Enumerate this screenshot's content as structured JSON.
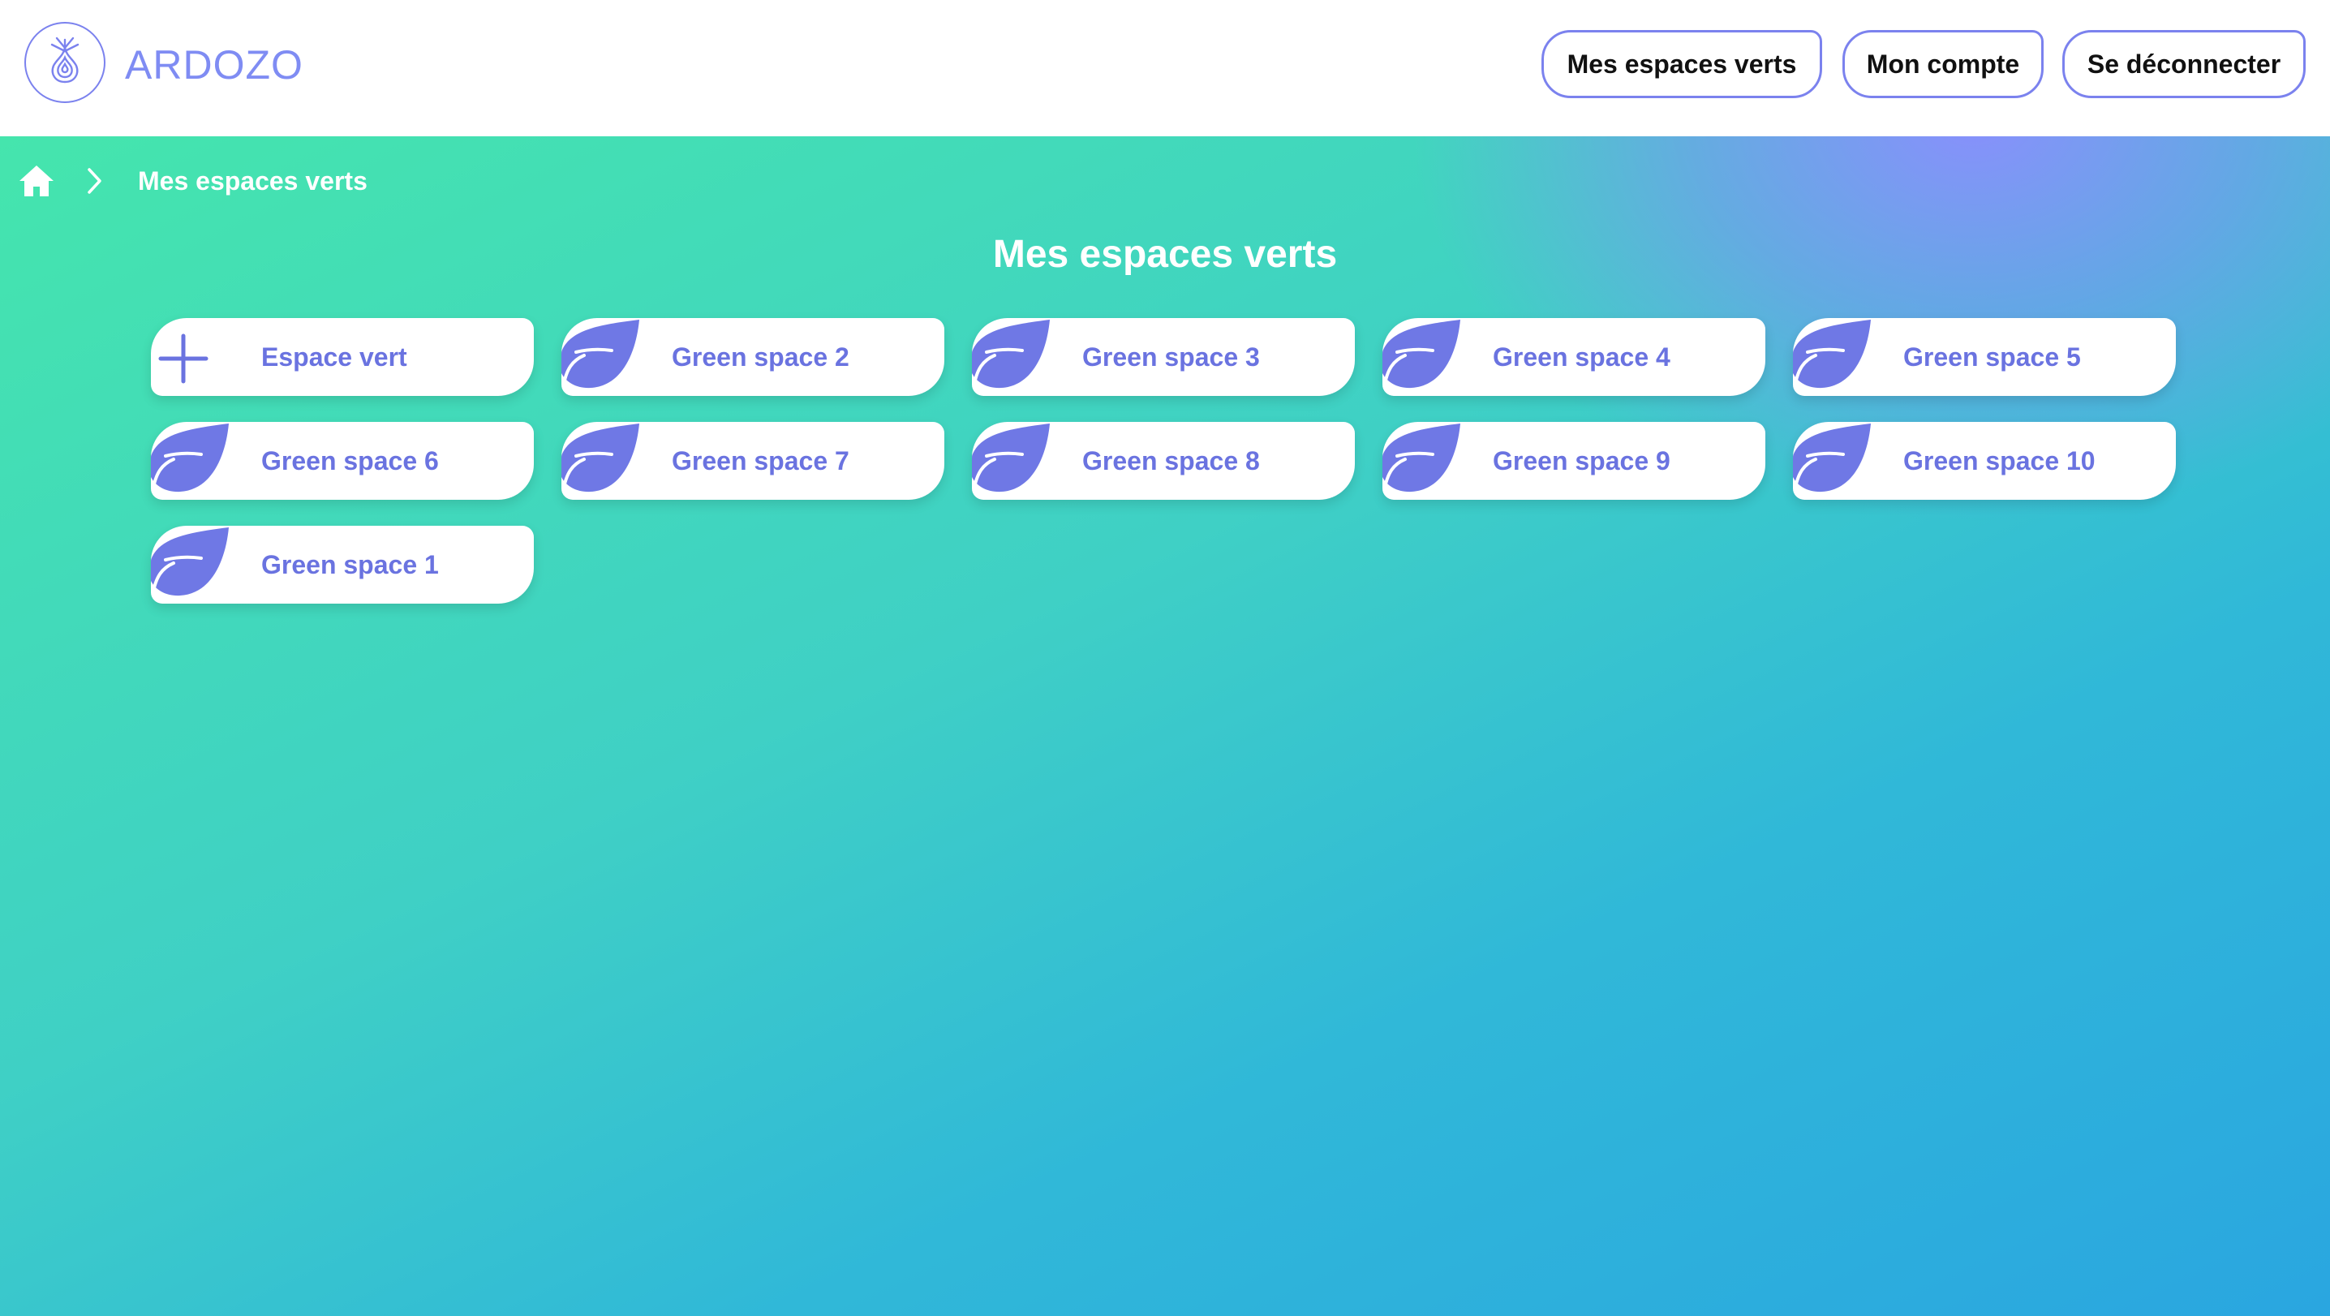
{
  "header": {
    "brand": "ARDOZO",
    "nav": [
      {
        "label": "Mes espaces verts"
      },
      {
        "label": "Mon compte"
      },
      {
        "label": "Se déconnecter"
      }
    ]
  },
  "breadcrumb": {
    "home_icon": "home-icon",
    "separator_icon": "chevron-right-icon",
    "current": "Mes espaces verts"
  },
  "page": {
    "title": "Mes espaces verts"
  },
  "add_card": {
    "icon": "plus-icon",
    "label": "Espace vert"
  },
  "spaces": [
    {
      "icon": "leaf-icon",
      "label": "Green space 2"
    },
    {
      "icon": "leaf-icon",
      "label": "Green space 3"
    },
    {
      "icon": "leaf-icon",
      "label": "Green space 4"
    },
    {
      "icon": "leaf-icon",
      "label": "Green space 5"
    },
    {
      "icon": "leaf-icon",
      "label": "Green space 6"
    },
    {
      "icon": "leaf-icon",
      "label": "Green space 7"
    },
    {
      "icon": "leaf-icon",
      "label": "Green space 8"
    },
    {
      "icon": "leaf-icon",
      "label": "Green space 9"
    },
    {
      "icon": "leaf-icon",
      "label": "Green space 10"
    },
    {
      "icon": "leaf-icon",
      "label": "Green space 1"
    }
  ],
  "colors": {
    "accent": "#6a73e0",
    "brand": "#7f8cf3",
    "gradient_start": "#45e5ad",
    "gradient_end": "#2aa6e0",
    "gradient_corner": "#8a8cff"
  }
}
